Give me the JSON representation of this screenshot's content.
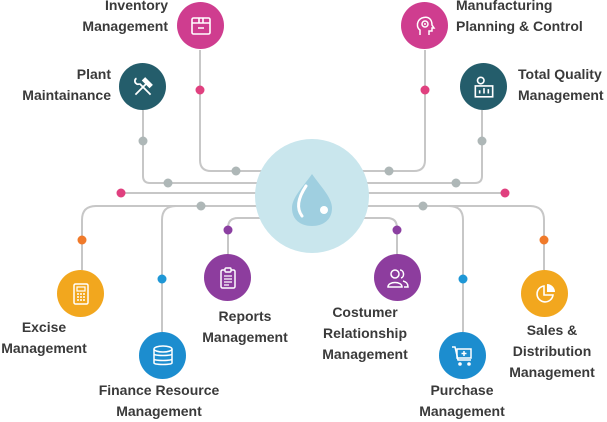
{
  "hub": {
    "icon": "droplet-logo-icon",
    "color": "#c9e6ed"
  },
  "colors": {
    "line": "#c7c7c7",
    "dot_gray": "#aeb7b7",
    "magenta": "#e0407f",
    "orange": "#f07a2a",
    "blue": "#1e97d6",
    "purple": "#8b3fa1"
  },
  "modules": [
    {
      "id": "inventory",
      "lines": [
        "Inventory",
        "Management"
      ],
      "color": "#cf3d8f",
      "icon": "box-icon"
    },
    {
      "id": "manufacturing",
      "lines": [
        "Manufacturing",
        "Planning & Control"
      ],
      "color": "#cf3d8f",
      "icon": "gear-head-icon"
    },
    {
      "id": "plant",
      "lines": [
        "Plant",
        "Maintainance"
      ],
      "color": "#245d6b",
      "icon": "tools-icon"
    },
    {
      "id": "quality",
      "lines": [
        "Total Quality",
        "Management"
      ],
      "color": "#245d6b",
      "icon": "quality-chart-icon"
    },
    {
      "id": "excise",
      "lines": [
        "Excise",
        "Management"
      ],
      "color": "#f2a71e",
      "icon": "calculator-icon"
    },
    {
      "id": "finance",
      "lines": [
        "Finance Resource",
        "Management"
      ],
      "color": "#1c8dcf",
      "icon": "coins-icon"
    },
    {
      "id": "reports",
      "lines": [
        "Reports",
        "Management"
      ],
      "color": "#8d3d9e",
      "icon": "clipboard-icon"
    },
    {
      "id": "crm",
      "lines": [
        "Costumer",
        "Relationship",
        "Management"
      ],
      "color": "#8d3d9e",
      "icon": "users-icon"
    },
    {
      "id": "purchase",
      "lines": [
        "Purchase",
        "Management"
      ],
      "color": "#1c8dcf",
      "icon": "cart-icon"
    },
    {
      "id": "sales",
      "lines": [
        "Sales &",
        "Distribution",
        "Management"
      ],
      "color": "#f2a71e",
      "icon": "pie-chart-icon"
    }
  ]
}
